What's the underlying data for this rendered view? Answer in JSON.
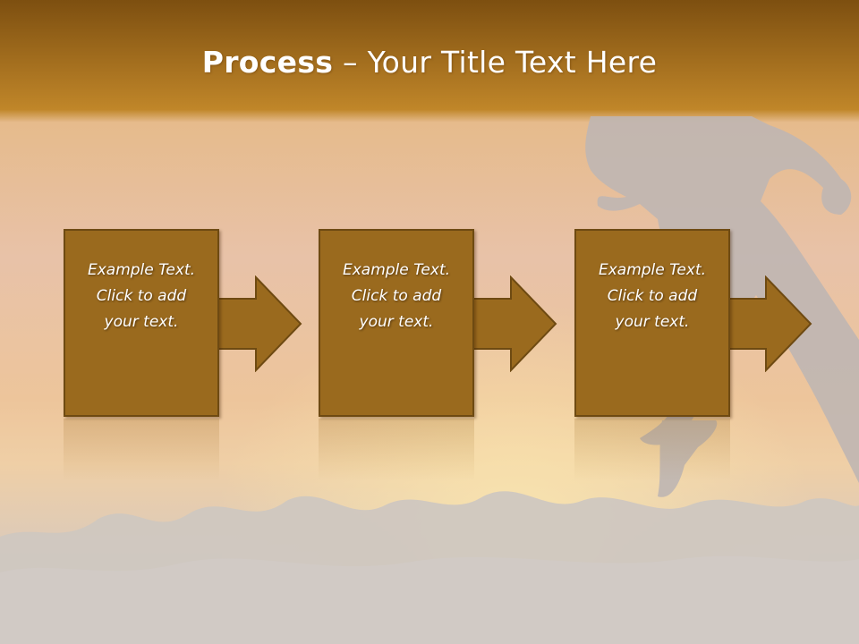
{
  "title": {
    "bold": "Process",
    "rest": " – Your Title Text Here"
  },
  "steps": [
    {
      "text": "Example Text.\nClick  to add\nyour text."
    },
    {
      "text": "Example Text.\nClick  to add\nyour text."
    },
    {
      "text": "Example Text.\nClick  to add\nyour text."
    }
  ],
  "colors": {
    "box_fill": "#9a6a1e",
    "box_border": "#6e4a12",
    "header": "#b47b22"
  }
}
